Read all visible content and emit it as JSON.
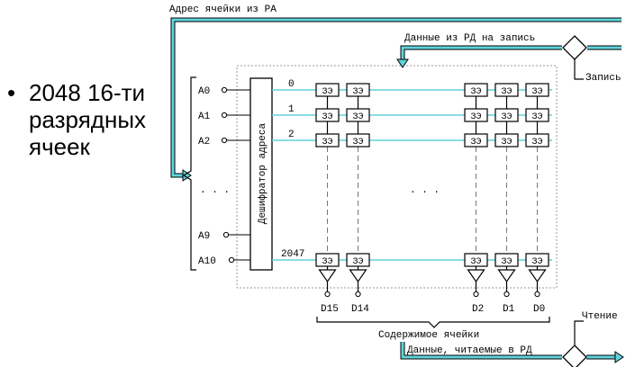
{
  "bullet": {
    "marker": "•",
    "lines": [
      "2048 16-ти",
      "разрядных",
      "ячеек"
    ]
  },
  "labels": {
    "address_in": "Адрес ячейки из РА",
    "data_in": "Данные из РД на запись",
    "write": "Запись",
    "read": "Чтение",
    "content": "Содержимое ячейки",
    "data_out": "Данные, читаемые в РД",
    "decoder": "Дешифратор адреса",
    "ellipsis_left": ". . .",
    "ellipsis_mid": ". . ."
  },
  "address_lines": [
    "A0",
    "A1",
    "A2",
    "A9",
    "A10"
  ],
  "row_numbers": [
    "0",
    "1",
    "2",
    "2047"
  ],
  "cell_label": "ЗЭ",
  "outputs": [
    "D15",
    "D14",
    "D2",
    "D1",
    "D0"
  ],
  "colors": {
    "cyan": "#5fd4dc",
    "line": "#000000",
    "frame_dots": "#9a9a9a",
    "dashes": "#777777"
  }
}
